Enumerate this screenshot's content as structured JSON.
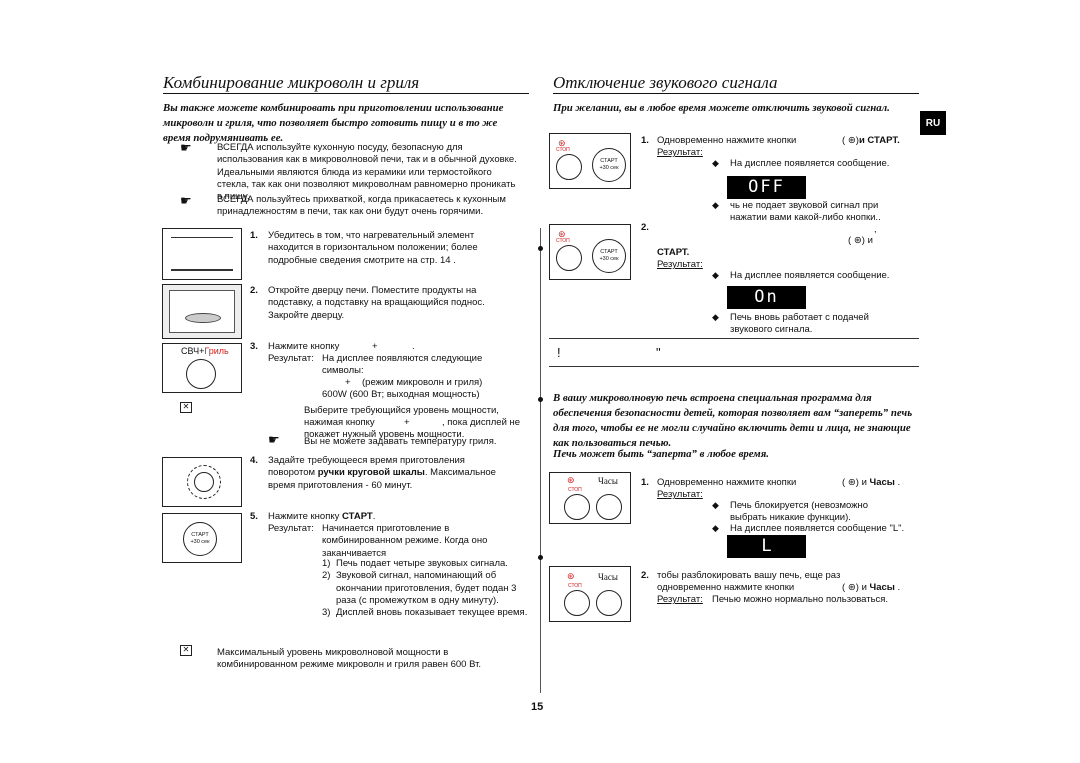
{
  "left": {
    "title": "Комбинирование микроволн и гриля",
    "intro": "Вы также можете комбинировать при приготовлении использование микроволн и гриля, что позволяет быстро готовить пищу и в то же время подрумянивать ее.",
    "note1": "ВСЕГДА используйте кухонную посуду, безопасную для использования как в микроволновой печи, так и в обычной духовке. Идеальными являются блюда из керамики или термостойкого стекла, так как они позволяют микроволнам равномерно проникать в пищу.",
    "note2": "ВСЕГДА пользуйтесь прихваткой, когда прикасаетесь к кухонным принадлежностям в печи, так как они будут очень горячими.",
    "step1": "Убедитесь в том, что нагревательный элемент находится в горизонтальном положении; более подробные сведения смотрите на стр. 14 .",
    "step2": "Откройте дверцу печи. Поместите продукты на подставку, а подставку на вращающийся поднос. Закройте дверцу.",
    "step3_press": "Нажмите кнопку",
    "step3_plus": "+",
    "step3_dot": ".",
    "result_label": "Результат:",
    "step3_result": "На дисплее появляются следующие символы:",
    "step3_mode_plus": "+",
    "step3_mode": "(режим микроволн и гриля)",
    "step3_power": "600W (600 Вт; выходная мощность)",
    "tip1a": "Выберите требующийся уровень мощности,",
    "tip1b": "нажимая кнопку",
    "tip1b_plus": "+",
    "tip1c": ", пока дисплей не",
    "tip1d": "покажет нужный уровень мощности.",
    "tip2": "Вы не можете задавать температуру гриля.",
    "step4_a": "Задайте требующееся время приготовления поворотом",
    "step4_b": "ручки круговой шкалы",
    "step4_c": ". Максимальное время приготовления - 60 минут.",
    "step5_press": "Нажмите кнопку",
    "step5_start": "СТАРТ",
    "step5_result": "Начинается приготовление в комбинированном режиме. Когда оно заканчивается",
    "sub1": "Печь подает четыре звуковых сигнала.",
    "sub2": "Звуковой сигнал, напоминающий об окончании приготовления, будет подан 3 раза (с промежутком в одну минуту).",
    "sub3": "Дисплей вновь показывает текущее время.",
    "bottom_note": "Максимальный уровень микроволновой мощности в комбинированном режиме микроволн и гриля равен 600 Вт.",
    "combo_label_a": "СВЧ+",
    "combo_label_b": "Гриль",
    "start_label": "СТАРТ",
    "start_sub": "+30 сек"
  },
  "right": {
    "title": "Отключение звукового сигнала",
    "intro": "При желании, вы в любое время можете отключить звуковой сигнал.",
    "s1_a": "Одновременно нажмите кнопки",
    "s1_b": "и СТАРТ.",
    "result_label": "Результат:",
    "msg_appears": "На дисплее появляется сообщение.",
    "lcd_off": "OFF",
    "s1_note": "чь не подает звуковой сигнал при нажатии вами какой-либо кнопки..",
    "s2_comma": ",",
    "s2_and": "и",
    "s2_start": "СТАРТ.",
    "lcd_on": "On",
    "s2_note": "Печь вновь работает с подачей звукового сигнала.",
    "frag_excl": "!",
    "frag_quote": "\"",
    "lock_intro": "В вашу микроволновую печь встроена специальная программа для обеспечения безопасности детей, которая позволяет вам “запереть” печь для того, чтобы ее не могли случайно включить дети и лица, не знающие как пользоваться печью.",
    "lock_intro2": "Печь может быть “заперта” в любое время.",
    "l1_a": "Одновременно нажмите кнопки",
    "l1_b": "и",
    "l1_c": "Часы",
    "l1_dot": ".",
    "l1_r1": "Печь блокируется (невозможно выбрать никакие функции).",
    "l1_r2": "На дисплее появляется сообщение \"L\".",
    "lcd_l": "L",
    "l2_a": "тобы разблокировать вашу печь, еще раз одновременно нажмите кнопки",
    "l2_b": "и",
    "l2_c": "Часы",
    "l2_dot": ".",
    "l2_result": "Печью можно нормально пользоваться.",
    "stop_label": "СТОП",
    "clock_label": "Часы",
    "start_label": "СТАРТ",
    "start_sub": "+30 сек"
  },
  "lang_badge": "RU",
  "page_number": "15"
}
